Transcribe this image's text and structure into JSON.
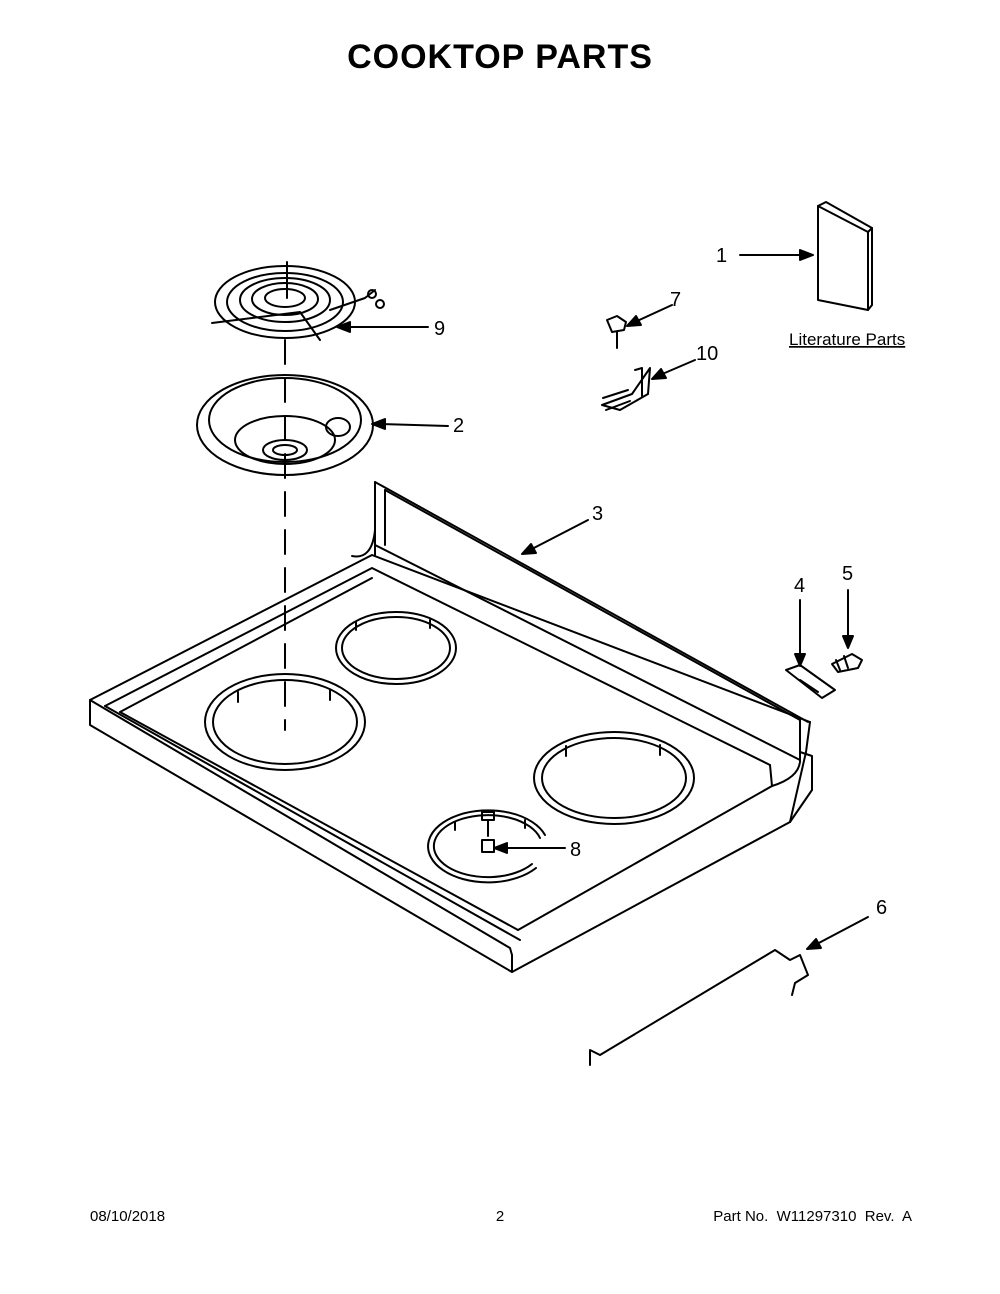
{
  "title": "COOKTOP  PARTS",
  "callouts": {
    "c1": "1",
    "c2": "2",
    "c3": "3",
    "c4": "4",
    "c5": "5",
    "c6": "6",
    "c7": "7",
    "c8": "8",
    "c9": "9",
    "c10": "10"
  },
  "literature_label": "Literature Parts",
  "footer": {
    "date": "08/10/2018",
    "page": "2",
    "part": "Part No.  W11297310  Rev.  A"
  }
}
